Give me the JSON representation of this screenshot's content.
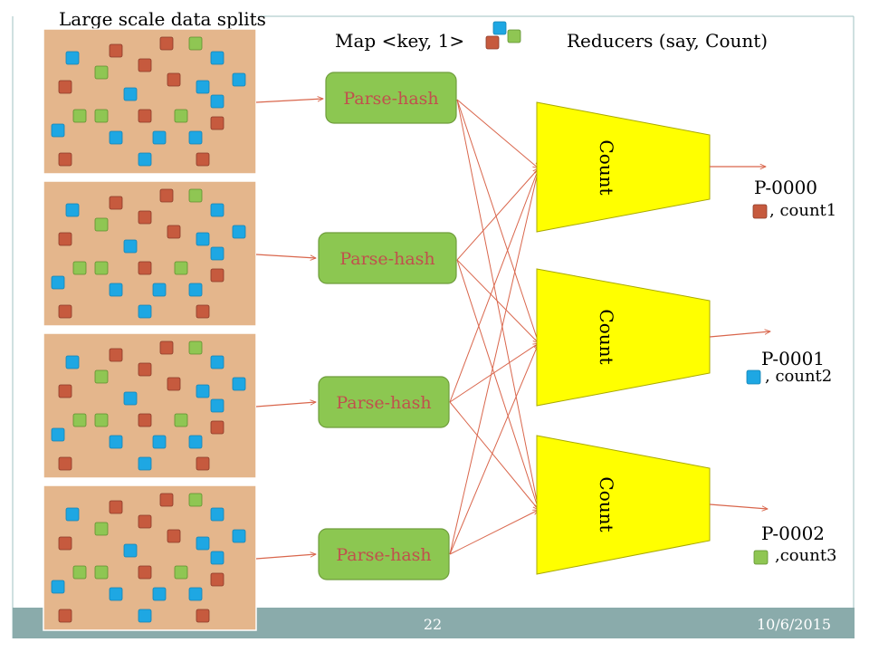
{
  "title": "Large scale data splits",
  "map_label": "Map <key, 1>",
  "reducers_label": "Reducers (say, Count)",
  "parse_label": "Parse-hash",
  "count_label": "Count",
  "outputs": [
    {
      "name": "P-0000",
      "count": ", count1"
    },
    {
      "name": "P-0001",
      "count": ", count2"
    },
    {
      "name": "P-0002",
      "count": ",count3"
    }
  ],
  "footer": {
    "page": "22",
    "date": "10/6/2015"
  },
  "colors": {
    "red": "#c65a3e",
    "green": "#8fc653",
    "blue": "#1ea7e3",
    "split_fill": "#e4b68c",
    "parse_fill": "#8cc751",
    "count_fill": "#ffff00",
    "arrow": "#d9664c",
    "footer_bar": "#8aabab"
  }
}
